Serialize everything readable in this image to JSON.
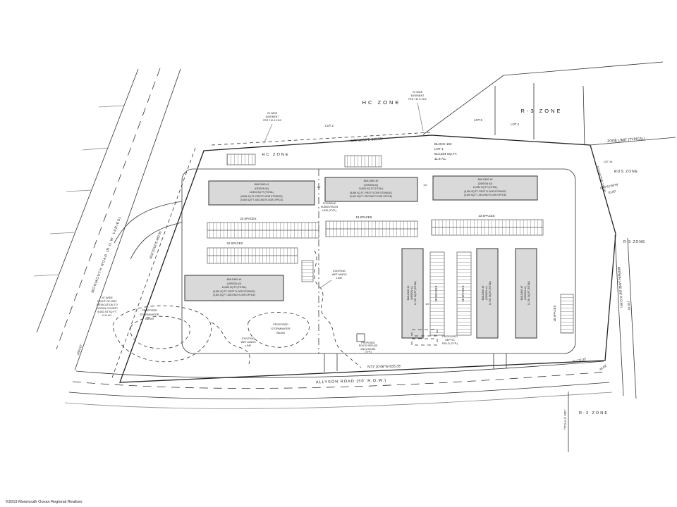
{
  "copyright": "©2019 Monmouth Ocean Regional Realtors",
  "zones": {
    "hc_top": "HC ZONE",
    "hc_inner": "HC ZONE",
    "r3_top_right": "R-3 ZONE",
    "zone_limit_top": "ZONE LIMIT (TYPICAL)",
    "ros": "ROS ZONE",
    "r3_right": "R-3 ZONE",
    "r3_bottom": "R-3 ZONE",
    "zone_limit_bottom": "LIMIT (TYPICAL)"
  },
  "bearings": {
    "top": "S72°16'56\"E  839.50'",
    "bottom": "N71°10'46\"W  835.33'",
    "left": "N18°23'02\"E  482.35'",
    "right_upper": "S23°49'25\"E  139.50'",
    "right_jog_1": "N70°51'56\"W",
    "right_jog_2": "10.00'",
    "berwin_length": "170.70'",
    "curve_radius": "R=272.33'",
    "curve_chord": "49.62'",
    "left_curve": "±264.67'"
  },
  "block": {
    "lines": [
      "BLOCK 102",
      "LOT 1",
      "513,824 SQ.FT.",
      "11.8 AC."
    ]
  },
  "lots": [
    "LOT 2",
    "LOT 6",
    "LOT 4",
    "LOT 16"
  ],
  "roads": {
    "allyson": "ALLYSON ROAD (50' R.O.W.)",
    "monmouth": "MONMOUTH ROAD (R.O.W. VARIES)",
    "berwin": "BERWIN LANE (50' R.O.W.)"
  },
  "buildings": [
    {
      "lines": [
        "BUILDING #1",
        "(DESIGN #2)",
        "13,894 SQ.FT.(TOTAL)",
        "(8,894 SQ.FT.-FIRST FLOOR STORAGE)",
        "(5,000 SQ.FT.-SECOND FLOOR OFFICE)"
      ]
    },
    {
      "lines": [
        "BUILDING #2",
        "(DESIGN #2)",
        "13,894 SQ.FT.(TOTAL)",
        "(8,894 SQ.FT.-FIRST FLOOR STORAGE)",
        "(5,000 SQ.FT.-SECOND FLOOR OFFICE)"
      ]
    },
    {
      "lines": [
        "BUILDING #3",
        "(DESIGN #2)",
        "13,894 SQ.FT.(TOTAL)",
        "(8,894 SQ.FT.-FIRST FLOOR STORAGE)",
        "(5,000 SQ.FT.-SECOND FLOOR OFFICE)"
      ]
    },
    {
      "lines": [
        "BUILDING #4",
        "(DESIGN #2)",
        "13,894 SQ.FT.(TOTAL)",
        "(8,894 SQ.FT.-FIRST FLOOR STORAGE)",
        "(5,000 SQ.FT.-SECOND FLOOR OFFICE)"
      ]
    }
  ],
  "vertical_buildings": [
    {
      "lines": [
        "BUILDING #5",
        "(DESIGN #1)",
        "11,760 SQ.FT.(TOTAL)"
      ]
    },
    {
      "lines": [
        "BUILDING #6",
        "(DESIGN #1)",
        "11,760 SQ.FT.(TOTAL)"
      ]
    },
    {
      "lines": [
        "BUILDING #7",
        "(DESIGN #1)",
        "11,760 SQ.FT.(TOTAL)"
      ]
    }
  ],
  "parking": [
    "23 SPACES",
    "19 SPACES",
    "23 SPACES",
    "22 SPACES",
    "20 SPACES",
    "20 SPACES",
    "20 SPACES"
  ],
  "features": {
    "stormwater1": [
      "PROPOSED",
      "STORMWATER",
      "BASIN"
    ],
    "stormwater2": [
      "PROPOSED",
      "STORMWATER",
      "BASIN"
    ],
    "wetlands1": [
      "EXISTING",
      "WETLANDS",
      "LINE"
    ],
    "wetlands2": [
      "EXISTING",
      "WETLANDS",
      "LINE"
    ],
    "septic": [
      "PROPOSED",
      "SEPTIC",
      "FIELD (TYP.)"
    ],
    "refuse": [
      "PROPOSED",
      "ROUTE REFUSE",
      "ENCLOSURE",
      "(TYP.)"
    ],
    "subdivision": [
      "POSSIBLE",
      "SUBDIVISION",
      "LINE (TYP.)"
    ],
    "dedication": [
      "10' WIDE",
      "RIGHT-OF-WAY",
      "DEDICATION TO",
      "OCEAN COUNTY",
      "4,652.53 SQ.FT.",
      "0.11 AC."
    ],
    "easement1": [
      "20' WIDE",
      "EASEMENT",
      "PER T.M. 6-2110"
    ],
    "easement2": [
      "20' WIDE",
      "EASEMENT",
      "PER T.M. 6-2110"
    ]
  },
  "dims": [
    "24'",
    "24'",
    "24'"
  ]
}
